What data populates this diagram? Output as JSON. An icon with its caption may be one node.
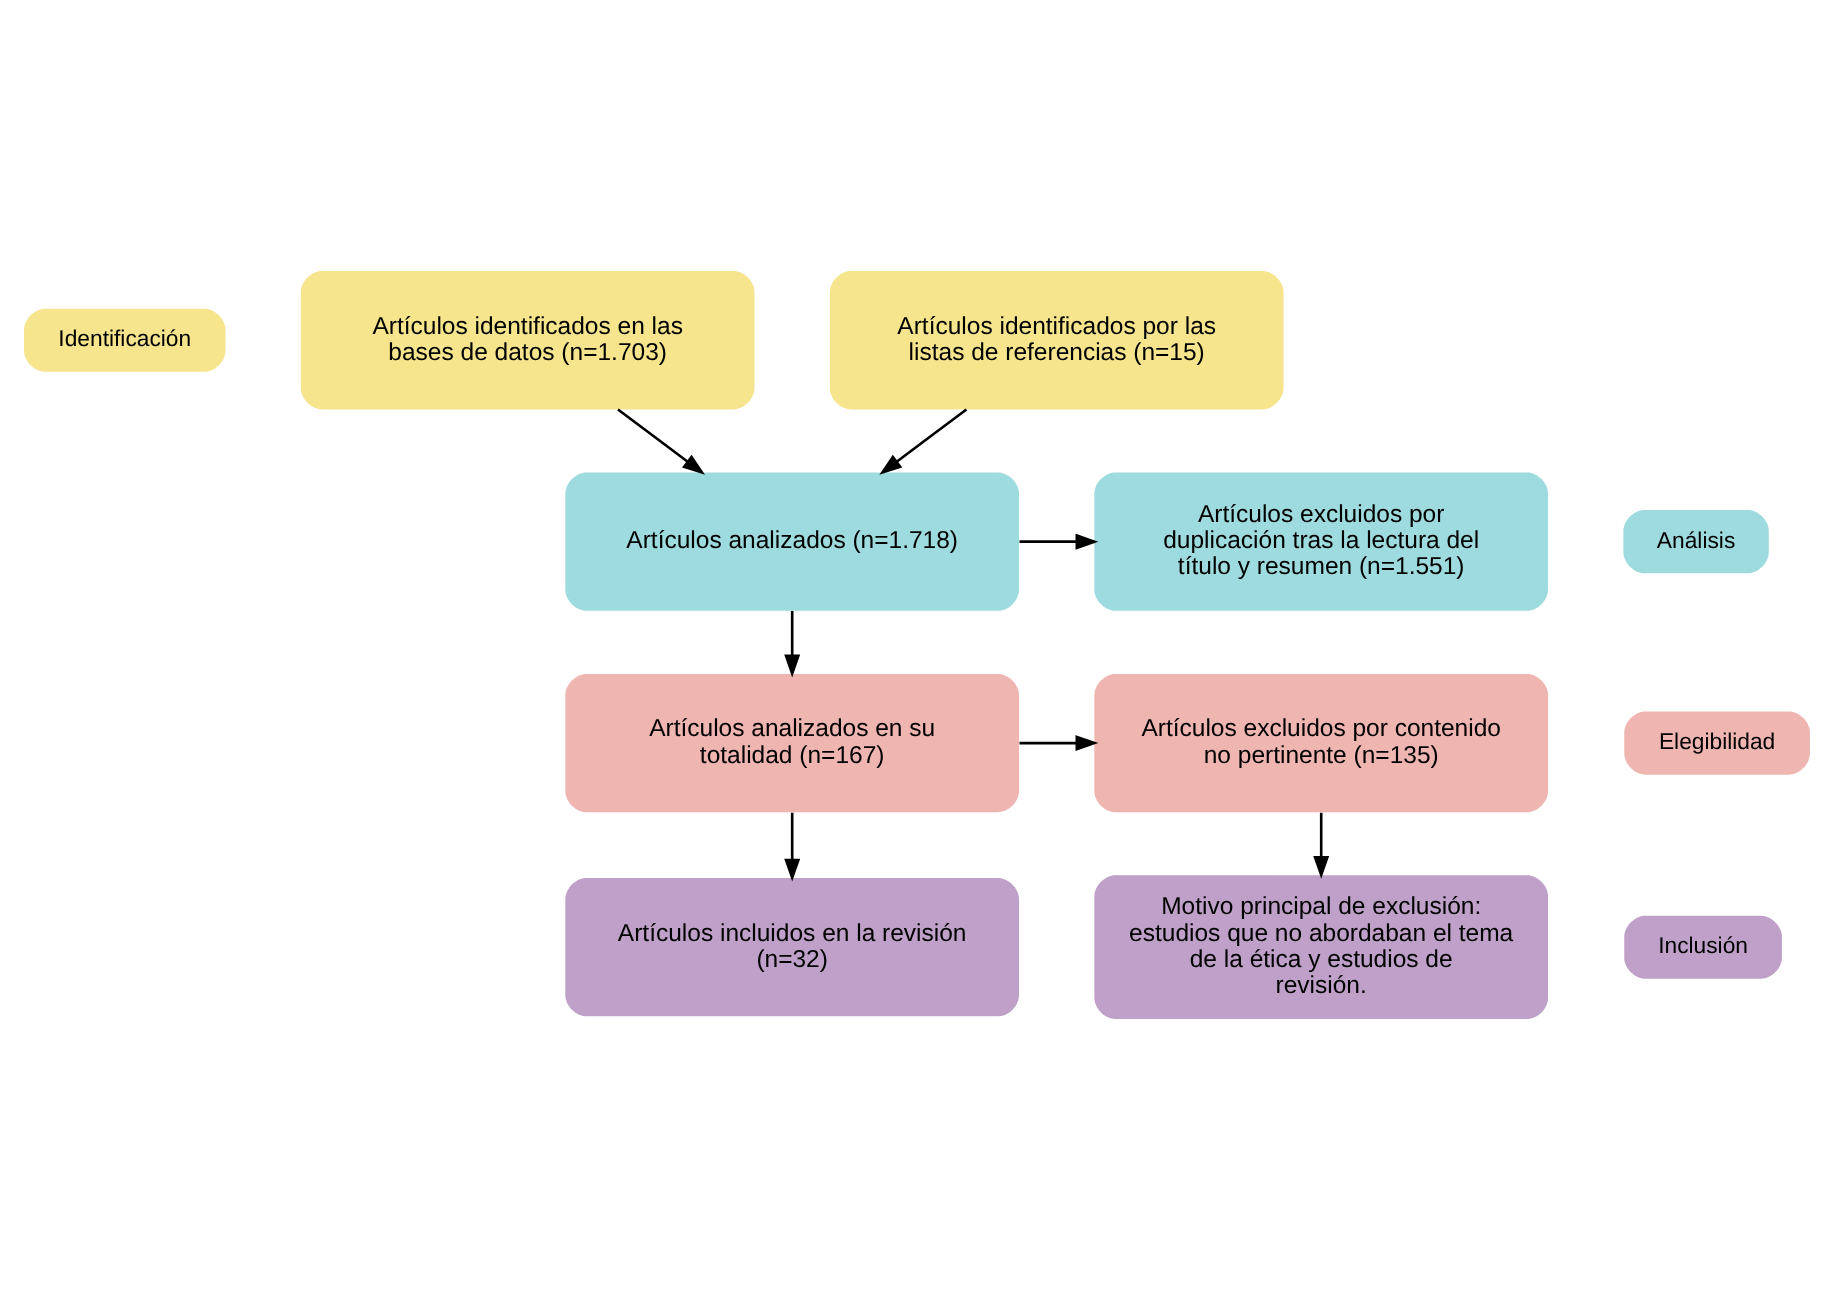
{
  "diagram": {
    "nodes": [
      {
        "text": [
          "Identificación"
        ]
      },
      {
        "text": [
          "Artículos identificados en las bases de datos (n=1.703)"
        ]
      },
      {
        "text": [
          "Artículos identificados por las listas de referencias (n=15)"
        ]
      },
      {
        "text": [
          "Análisis"
        ]
      },
      {
        "text": [
          "Artículos analizados (n=1.718)"
        ]
      },
      {
        "text": [
          "Artículos excluidos por duplicación tras la lectura del título y resumen (n=1.551)"
        ]
      },
      {
        "text": [
          "Elegibilidad"
        ]
      },
      {
        "text": [
          "Artículos analizados en su totalidad (n=167)"
        ]
      },
      {
        "text": [
          "Artículos excluidos por contenido no pertinente (n=135)"
        ]
      },
      {
        "text": [
          "Inclusión"
        ]
      },
      {
        "text": [
          "Artículos incluidos en la revisión (n=32)"
        ]
      },
      {
        "text": [
          "Motivo principal de exclusión: estudios que no abordaban el tema de la ética y estudios de revisión."
        ]
      }
    ],
    "edges": [
      {
        "from": 1,
        "to": 4,
        "arrow": "to"
      },
      {
        "from": 2,
        "to": 4,
        "arrow": "to"
      },
      {
        "from": 4,
        "to": 5,
        "arrow": "to"
      },
      {
        "from": 4,
        "to": 7,
        "arrow": "to"
      },
      {
        "from": 7,
        "to": 8,
        "arrow": "to"
      },
      {
        "from": 7,
        "to": 10,
        "arrow": "to"
      },
      {
        "from": 8,
        "to": 11,
        "arrow": "to"
      }
    ]
  }
}
